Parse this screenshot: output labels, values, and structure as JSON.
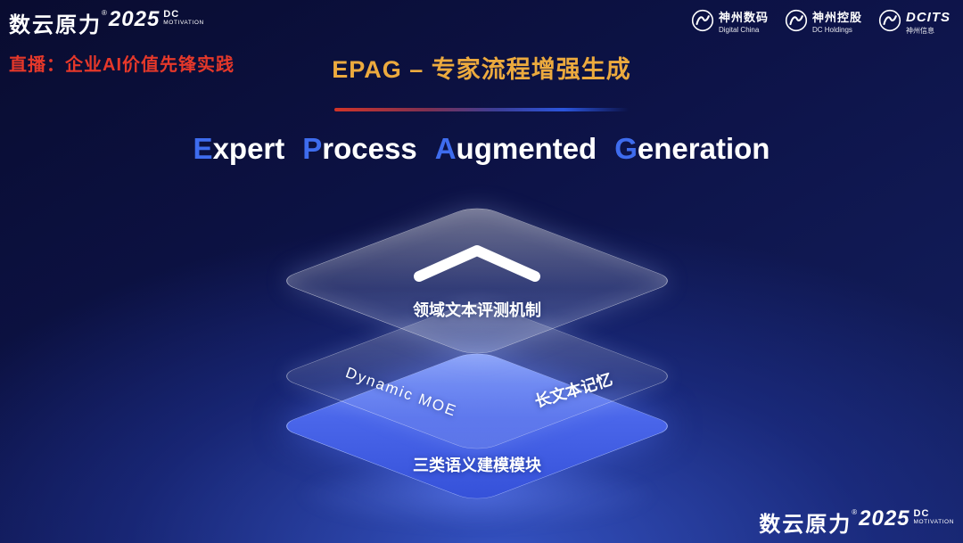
{
  "theme": {
    "bg_top": "#090c30",
    "bg_glow": "#3858cd",
    "gold": "#ecaa3e",
    "red": "#e5382a",
    "cap_blue": "#3e6cee",
    "layer_blue": "#4a66ea"
  },
  "brand": {
    "name": "数云原力",
    "reg": "®",
    "year": "2025",
    "dc": "DC",
    "motivation": "MOTIVATION"
  },
  "live_banner": "直播：企业AI价值先锋实践",
  "title": "EPAG – 专家流程增强生成",
  "subtitle": {
    "w1_first": "E",
    "w1_rest": "xpert",
    "w2_first": "P",
    "w2_rest": "rocess",
    "w3_first": "A",
    "w3_rest": "ugmented",
    "w4_first": "G",
    "w4_rest": "eneration"
  },
  "partners": [
    {
      "cn": "神州数码",
      "en": "Digital China"
    },
    {
      "cn": "神州控股",
      "en": "DC Holdings"
    },
    {
      "cn": "DCITS",
      "en": "神州信息"
    }
  ],
  "diagram": {
    "top_label": "领域文本评测机制",
    "mid_left_label": "Dynamic MOE",
    "mid_right_label": "长文本记忆",
    "bottom_label": "三类语义建模模块"
  }
}
